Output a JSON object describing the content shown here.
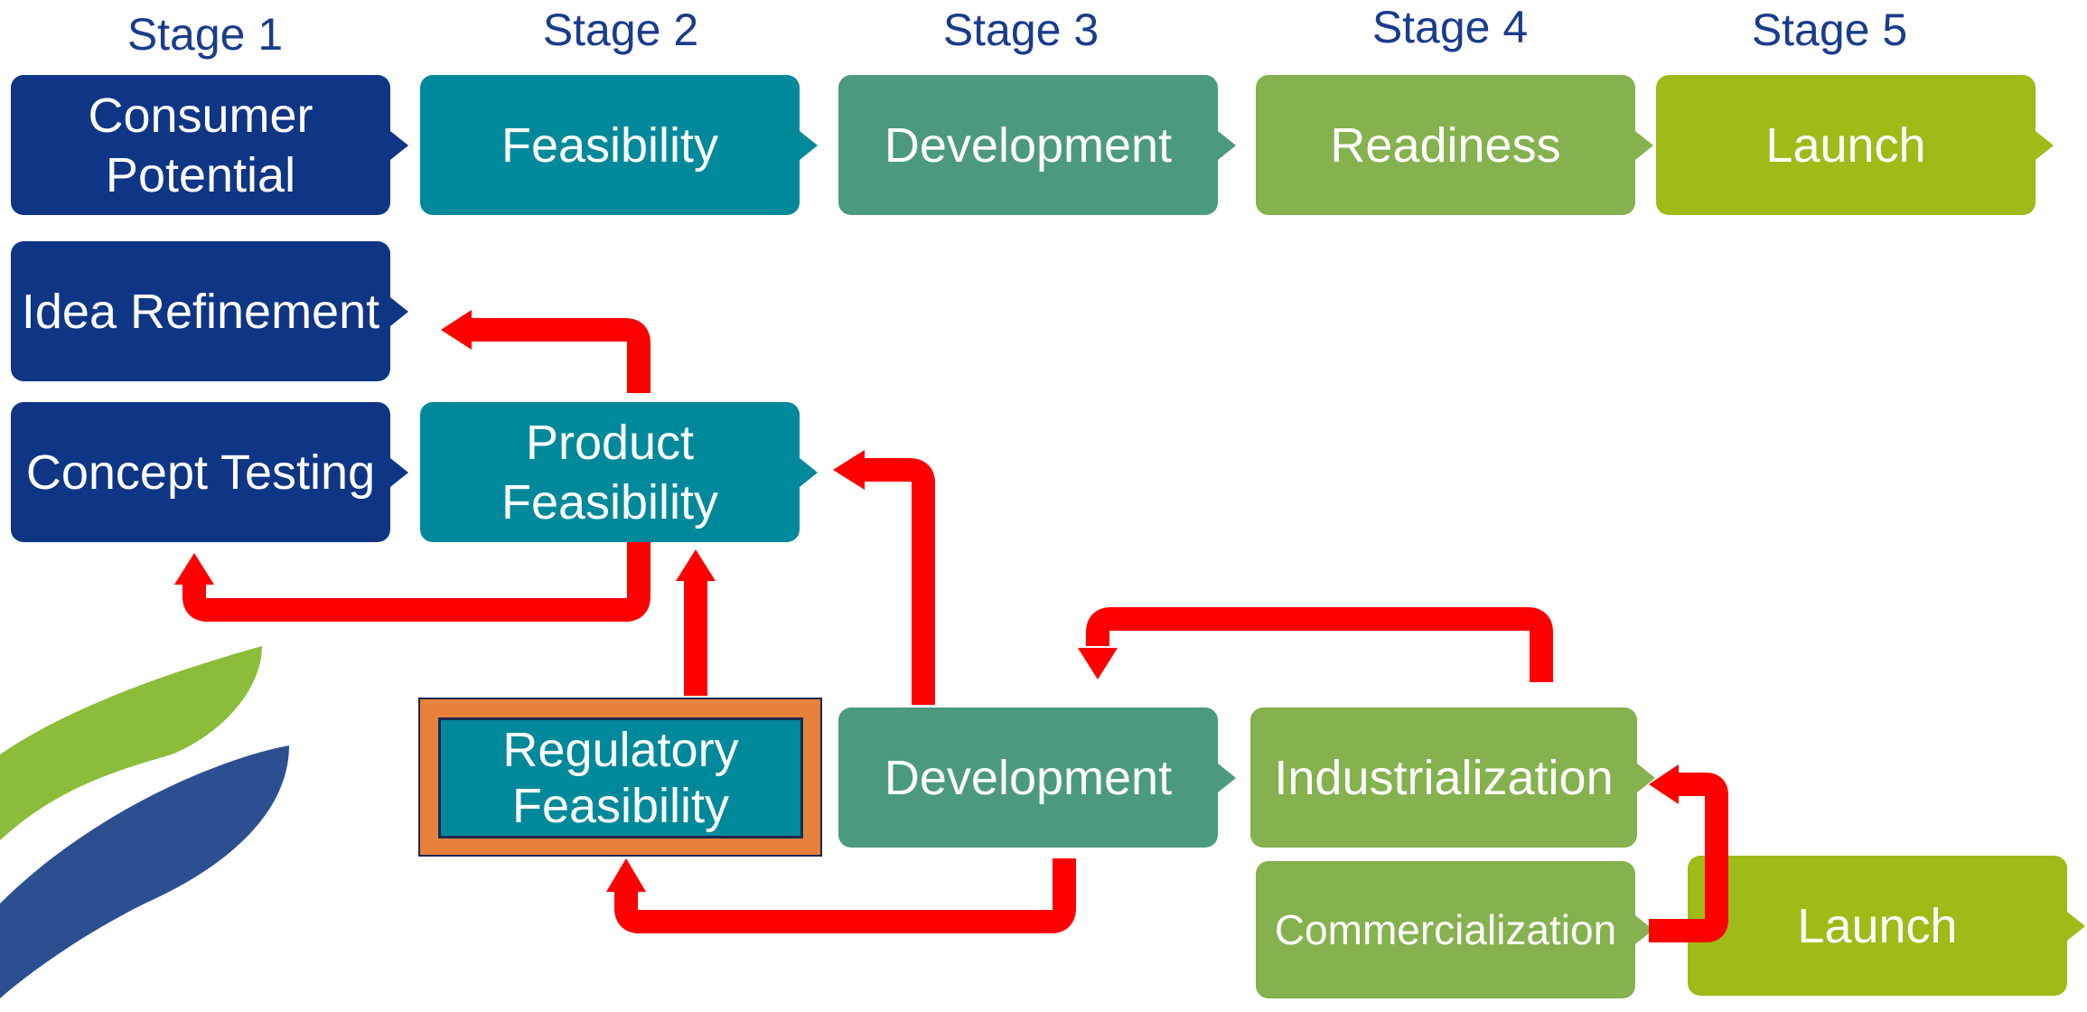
{
  "stages": [
    "Stage 1",
    "Stage 2",
    "Stage 3",
    "Stage 4",
    "Stage 5"
  ],
  "top_row": [
    "Consumer Potential",
    "Feasibility",
    "Development",
    "Readiness",
    "Launch"
  ],
  "stage1_boxes": {
    "idea_refinement": "Idea Refinement",
    "concept_testing": "Concept Testing"
  },
  "product_feasibility": "Product Feasibility",
  "regulatory_feasibility": "Regulatory Feasibility",
  "lower_row": {
    "development": "Development",
    "industrialization": "Industrialization",
    "commercialization": "Commercialization",
    "launch": "Launch"
  },
  "colors": {
    "stage1": "#0f3585",
    "stage2": "#00899a",
    "stage3": "#4c9a7d",
    "stage4": "#85b14e",
    "stage5": "#9ebb18",
    "feedback_arrow": "#ff0000",
    "regulatory_frame": "#e8823a"
  }
}
